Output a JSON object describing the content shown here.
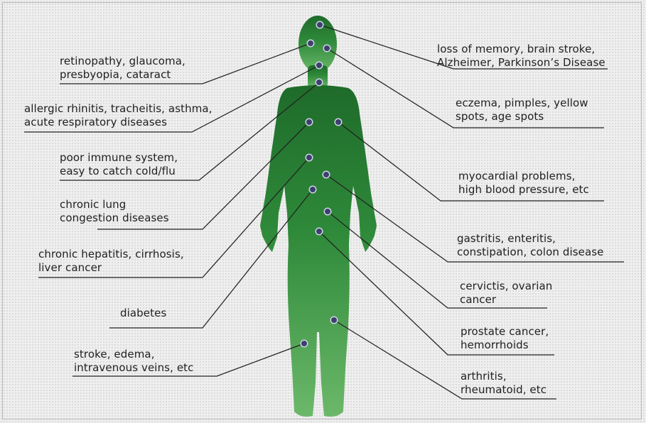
{
  "labels": {
    "eyes": "retinopathy, glaucoma,\npresbyopia, cataract",
    "respiratory": "allergic rhinitis, tracheitis, asthma,\nacute respiratory diseases",
    "immune": "poor immune system,\neasy to catch cold/flu",
    "lung": "chronic lung\ncongestion diseases",
    "liver": "chronic hepatitis, cirrhosis,\nliver cancer",
    "diabetes": "diabetes",
    "veins": "stroke, edema,\nintravenous veins, etc",
    "brain": "loss of memory, brain stroke,\nAlzheimer, Parkinson’s Disease",
    "skin": "eczema, pimples, yellow\nspots, age spots",
    "heart": "myocardial problems,\nhigh blood pressure, etc",
    "digestive": "gastritis, enteritis,\nconstipation, colon disease",
    "ovarian": "cervictis, ovarian\ncancer",
    "prostate": "prostate cancer,\nhemorrhoids",
    "joints": "arthritis,\nrheumatoid, etc"
  },
  "colors": {
    "body_top": "#1e6b2a",
    "body_bottom": "#6cb86a",
    "marker_fill": "#3d3f6e",
    "marker_ring": "#cfd6e6",
    "line": "#222222"
  }
}
